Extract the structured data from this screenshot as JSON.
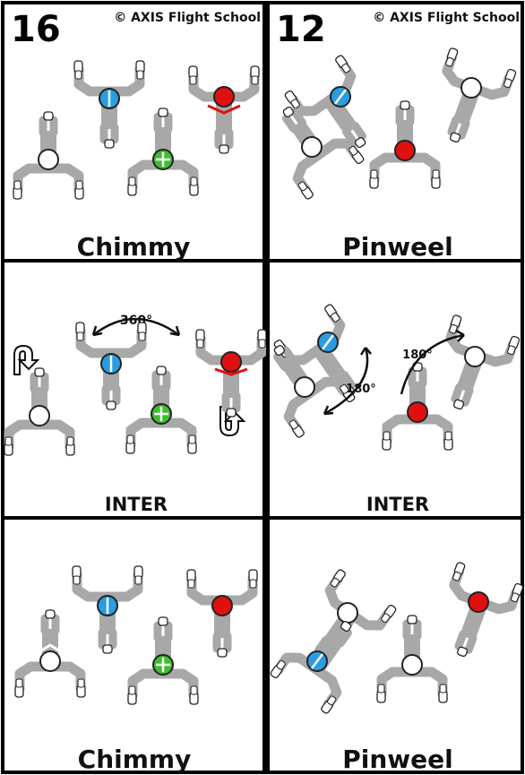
{
  "cards": {
    "left": {
      "number": "16",
      "copyright": "© AXIS Flight School",
      "formation_names": [
        "Chimmy",
        "INTER",
        "Chimmy"
      ],
      "inter_rotation": "360°"
    },
    "right": {
      "number": "12",
      "copyright": "© AXIS Flight School",
      "formation_names": [
        "Pinweel",
        "INTER",
        "Pinweel"
      ],
      "inter_rotation_1": "180°",
      "inter_rotation_2": "180°"
    }
  },
  "jumper_colors": {
    "blue": "#2a9de0",
    "green": "#3fbf2f",
    "red": "#e01010",
    "white": "#ffffff",
    "body_gray": "#a8a8a8"
  }
}
